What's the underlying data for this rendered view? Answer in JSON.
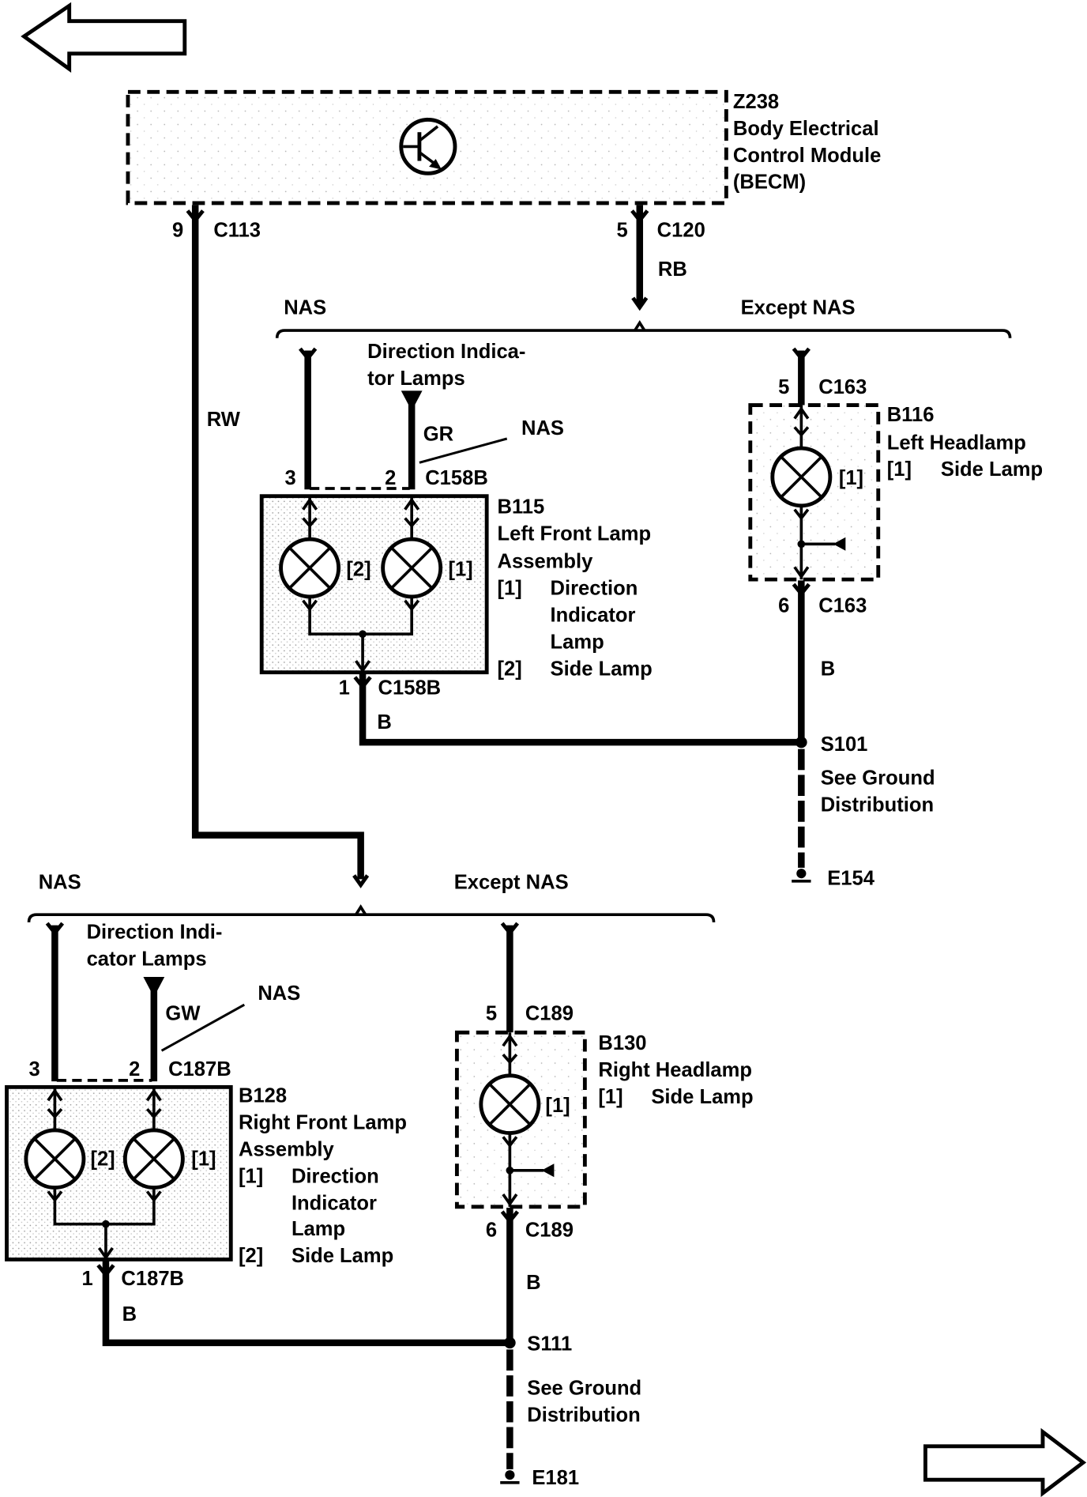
{
  "colors": {
    "ink": "#000000",
    "paper": "#ffffff"
  },
  "icons": {
    "prev": "left-arrow-icon",
    "next": "right-arrow-icon",
    "module": "transistor-icon",
    "lamp": "lamp-icon",
    "ground": "ground-icon"
  },
  "becm": {
    "ref": "Z238",
    "name": [
      "Body Electrical",
      "Control Module",
      "(BECM)"
    ]
  },
  "c113": {
    "pin": "9",
    "connector": "C113",
    "wire": "RW"
  },
  "c120": {
    "pin": "5",
    "connector": "C120",
    "wire": "RB"
  },
  "upper_split": {
    "left": "NAS",
    "right": "Except NAS"
  },
  "b115": {
    "feed": [
      "Direction Indica-",
      "tor Lamps"
    ],
    "feed_wire": "GR",
    "feed_note": "NAS",
    "pins": {
      "side": "3",
      "direction": "2",
      "connector": "C158B"
    },
    "ref": "B115",
    "name": [
      "Left Front Lamp",
      "Assembly"
    ],
    "lamp_tags": {
      "side": "[2]",
      "direction": "[1]"
    },
    "legend": [
      {
        "key": "[1]",
        "lines": [
          "Direction",
          "Indicator",
          "Lamp"
        ]
      },
      {
        "key": "[2]",
        "lines": [
          "Side Lamp"
        ]
      }
    ],
    "ground": {
      "pin": "1",
      "connector": "C158B",
      "wire": "B"
    }
  },
  "b116": {
    "in": {
      "pin": "5",
      "connector": "C163"
    },
    "ref": "B116",
    "name": "Left Headlamp",
    "legend": {
      "key": "[1]",
      "text": "Side Lamp"
    },
    "lamp_tag": "[1]",
    "out": {
      "pin": "6",
      "connector": "C163",
      "wire": "B"
    }
  },
  "s101": {
    "splice": "S101",
    "note": [
      "See Ground",
      "Distribution"
    ],
    "ground": "E154"
  },
  "lower_split": {
    "left": "NAS",
    "right": "Except NAS"
  },
  "b128": {
    "feed": [
      "Direction Indi-",
      "cator Lamps"
    ],
    "feed_wire": "GW",
    "feed_note": "NAS",
    "pins": {
      "side": "3",
      "direction": "2",
      "connector": "C187B"
    },
    "ref": "B128",
    "name": [
      "Right Front Lamp",
      "Assembly"
    ],
    "lamp_tags": {
      "side": "[2]",
      "direction": "[1]"
    },
    "legend": [
      {
        "key": "[1]",
        "lines": [
          "Direction",
          "Indicator",
          "Lamp"
        ]
      },
      {
        "key": "[2]",
        "lines": [
          "Side Lamp"
        ]
      }
    ],
    "ground": {
      "pin": "1",
      "connector": "C187B",
      "wire": "B"
    }
  },
  "b130": {
    "in": {
      "pin": "5",
      "connector": "C189"
    },
    "ref": "B130",
    "name": "Right Headlamp",
    "legend": {
      "key": "[1]",
      "text": "Side Lamp"
    },
    "lamp_tag": "[1]",
    "out": {
      "pin": "6",
      "connector": "C189",
      "wire": "B"
    }
  },
  "s111": {
    "splice": "S111",
    "note": [
      "See Ground",
      "Distribution"
    ],
    "ground": "E181"
  }
}
